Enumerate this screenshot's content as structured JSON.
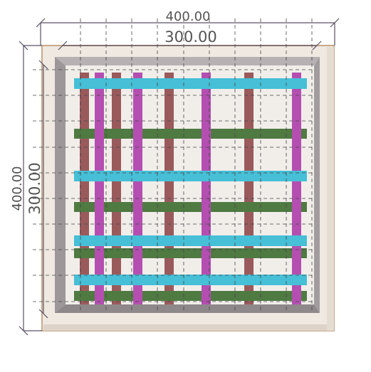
{
  "dimensions": {
    "outer_width": "400.00",
    "inner_width": "300.00",
    "outer_height": "400.00",
    "inner_height": "300.00"
  },
  "colors": {
    "background": "#ffffff",
    "outer_slab": "#efe9e2",
    "outer_border": "#c8a98a",
    "frame": "#a9a2a4",
    "inner_field": "#f1eeea",
    "bar_brown": "#9a5a5c",
    "bar_magenta": "#b44fb1",
    "bar_green": "#4f7a42",
    "bar_cyan": "#46bfd7",
    "dim_line": "#5a5060",
    "grid_dash": "#444444"
  },
  "icons": [
    "dimension-tick-icon"
  ]
}
